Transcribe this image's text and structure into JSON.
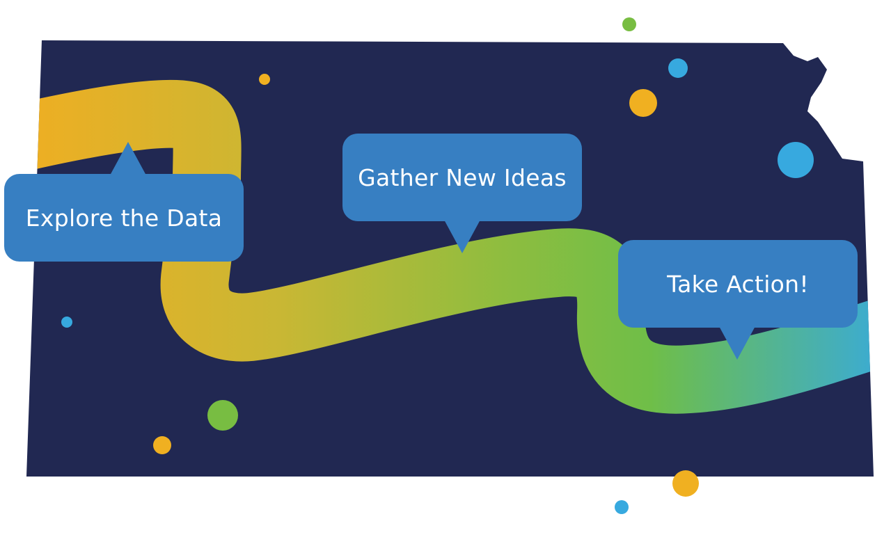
{
  "colors": {
    "state_fill": "#212852",
    "bubble": "#377fc2",
    "orange": "#f0b021",
    "green": "#78bd42",
    "blue": "#37a9df"
  },
  "steps": [
    {
      "label": "Explore the Data"
    },
    {
      "label": "Gather New Ideas"
    },
    {
      "label": "Take Action!"
    }
  ]
}
